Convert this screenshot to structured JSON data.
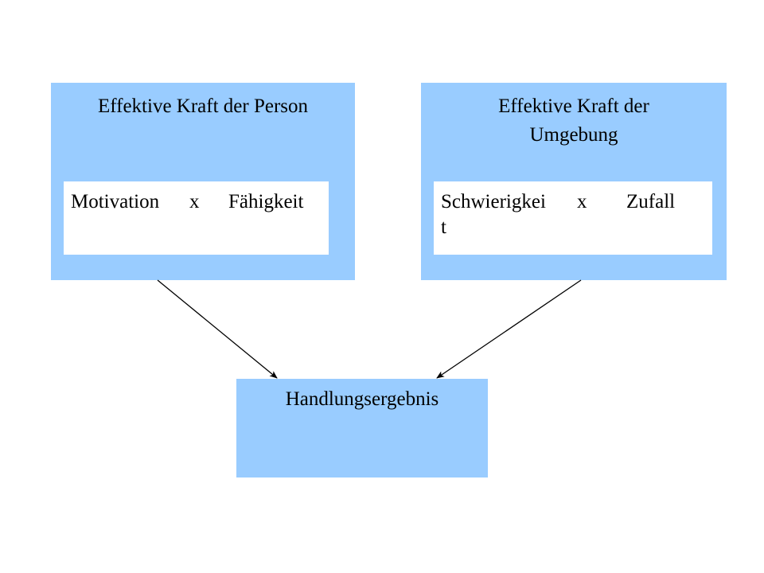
{
  "person": {
    "title": "Effektive Kraft der Person",
    "factor_a": "Motivation",
    "operator": "x",
    "factor_b": "Fähigkeit"
  },
  "environment": {
    "title": "Effektive Kraft der Umgebung",
    "factor_a": "Schwierigkeit",
    "operator": "x",
    "factor_b": "Zufall"
  },
  "result": {
    "title": "Handlungsergebnis"
  },
  "colors": {
    "box_fill": "#99ccff",
    "inner_fill": "#ffffff",
    "arrow": "#000000"
  }
}
